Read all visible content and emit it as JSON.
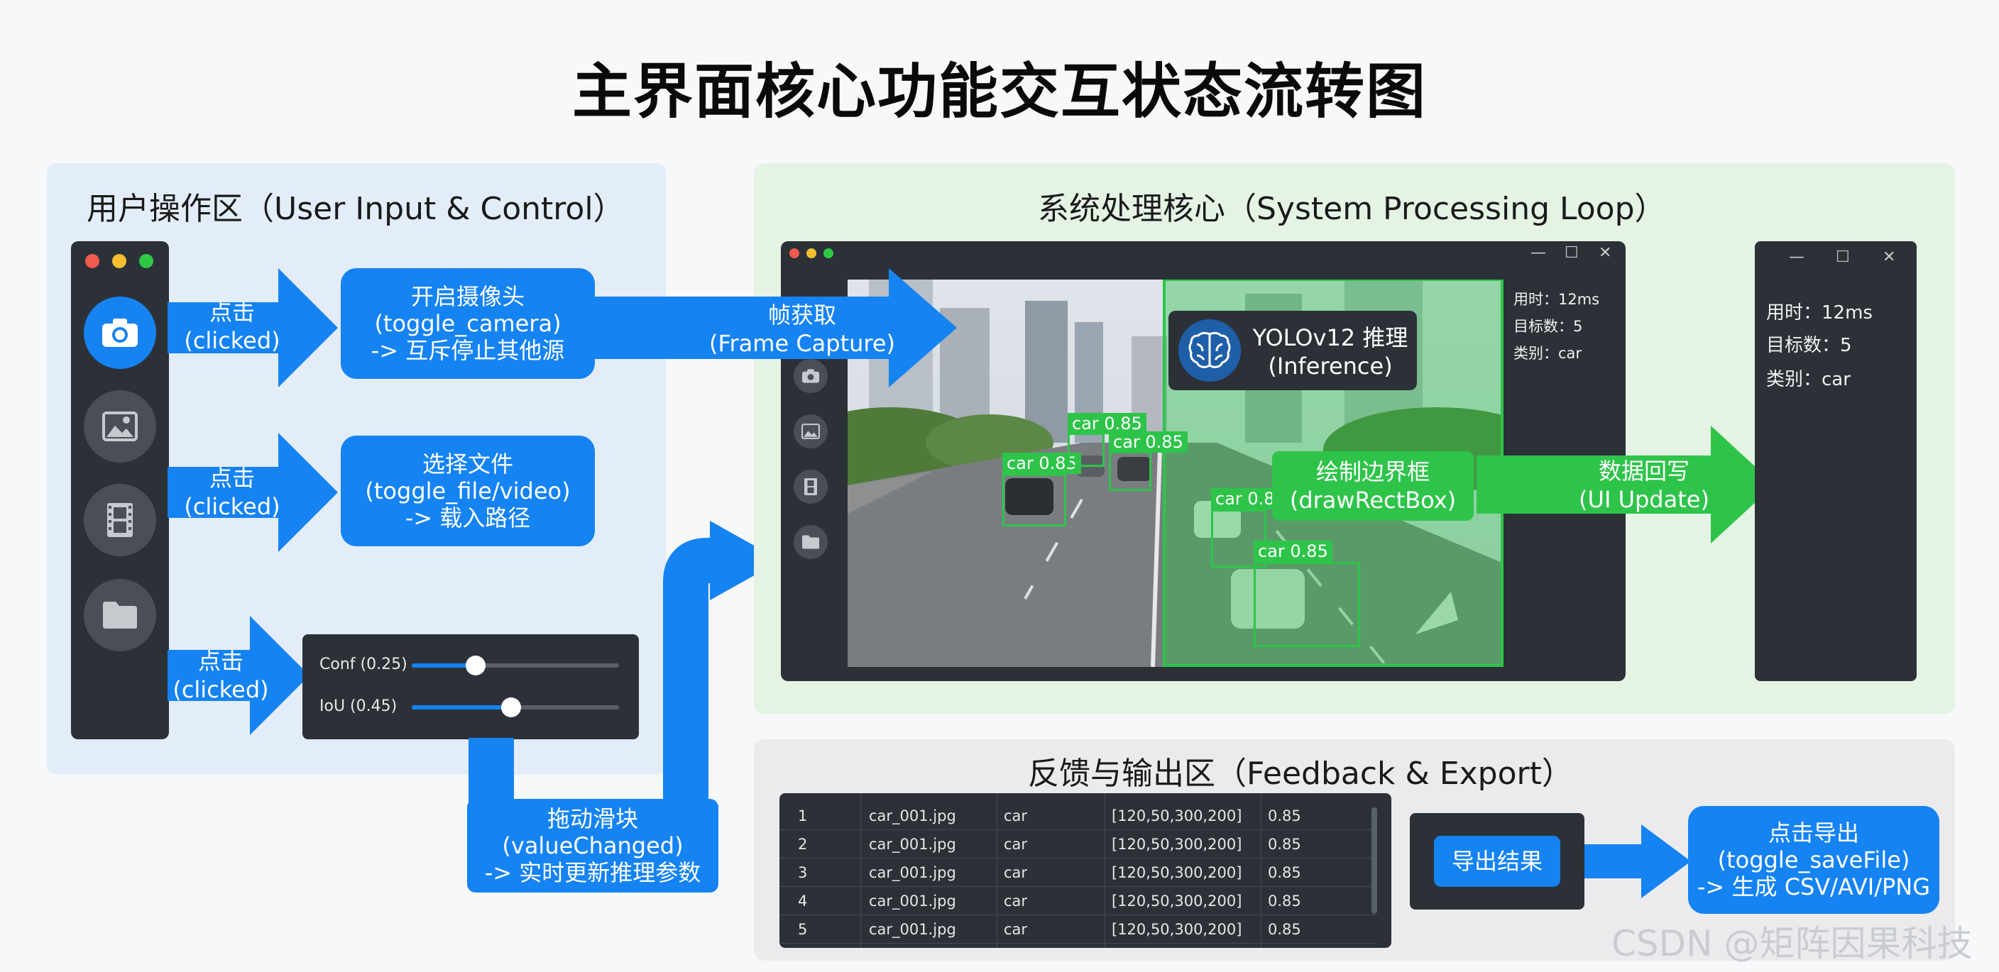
{
  "title": "主界面核心功能交互状态流转图",
  "panels": {
    "user": "用户操作区（User Input & Control）",
    "system": "系统处理核心（System Processing Loop）",
    "feedback": "反馈与输出区（Feedback & Export）"
  },
  "colors": {
    "accent_blue": "#1583f2",
    "accent_green": "#2ec44a",
    "dark_ui": "#2c3138"
  },
  "user_area": {
    "sidebar_icons": [
      "camera-icon",
      "image-icon",
      "film-icon",
      "folder-icon"
    ],
    "click_labels": [
      {
        "line1": "点击",
        "line2": "(clicked)"
      },
      {
        "line1": "点击",
        "line2": "(clicked)"
      },
      {
        "line1": "点击",
        "line2": "(clicked)"
      }
    ],
    "camera_box": [
      "开启摄像头",
      "(toggle_camera)",
      "-> 互斥停止其他源"
    ],
    "file_box": [
      "选择文件",
      "(toggle_file/video)",
      "-> 载入路径"
    ],
    "sliders": [
      {
        "label": "Conf (0.25)",
        "value": 0.25
      },
      {
        "label": "IoU (0.45)",
        "value": 0.45
      }
    ],
    "drag_box": [
      "拖动滑块",
      "(valueChanged)",
      "-> 实时更新推理参数"
    ]
  },
  "system_area": {
    "frame_capture": [
      "帧获取",
      "(Frame Capture)"
    ],
    "inference": [
      "YOLOv12 推理",
      "(Inference)"
    ],
    "draw_rect": [
      "绘制边界框",
      "(drawRectBox)"
    ],
    "ui_update": [
      "数据回写",
      "(UI Update)"
    ],
    "window_controls": [
      "—",
      "☐",
      "✕"
    ],
    "stats_small": [
      "用时：12ms",
      "目标数：5",
      "类别：car"
    ],
    "stats_large": [
      "用时：12ms",
      "目标数：5",
      "类别：car"
    ],
    "detections": [
      "car 0.85",
      "car 0.85",
      "car 0.85",
      "car 0.8",
      "car 0.85"
    ]
  },
  "feedback_area": {
    "table_rows": [
      [
        "1",
        "car_001.jpg",
        "car",
        "[120,50,300,200]",
        "0.85"
      ],
      [
        "2",
        "car_001.jpg",
        "car",
        "[120,50,300,200]",
        "0.85"
      ],
      [
        "3",
        "car_001.jpg",
        "car",
        "[120,50,300,200]",
        "0.85"
      ],
      [
        "4",
        "car_001.jpg",
        "car",
        "[120,50,300,200]",
        "0.85"
      ],
      [
        "5",
        "car_001.jpg",
        "car",
        "[120,50,300,200]",
        "0.85"
      ]
    ],
    "export_button": "导出结果",
    "save_box": [
      "点击导出",
      "(toggle_saveFile)",
      "-> 生成 CSV/AVI/PNG"
    ]
  },
  "watermark": "CSDN @矩阵因果科技"
}
